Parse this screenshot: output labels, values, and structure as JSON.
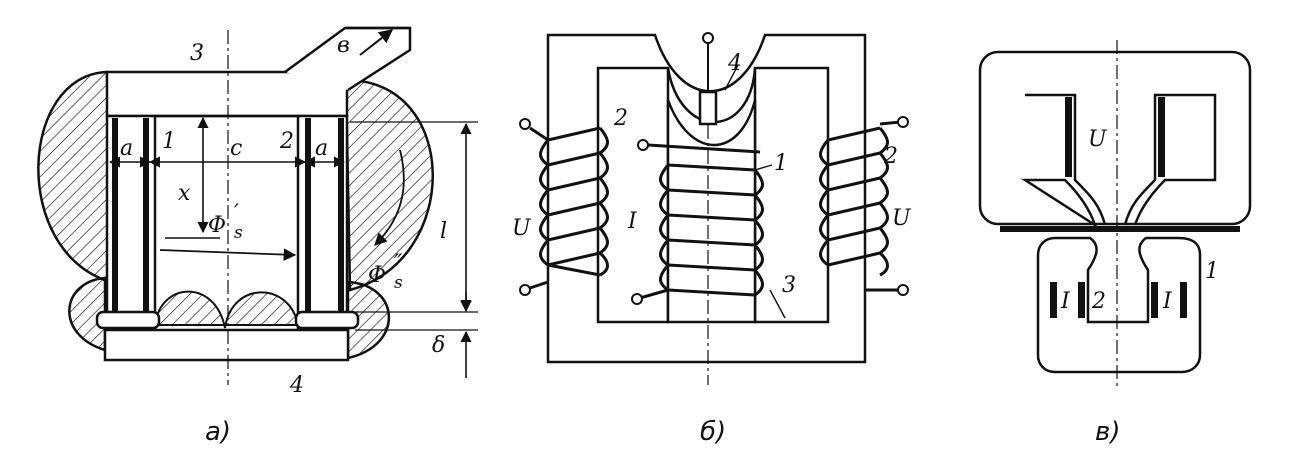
{
  "diagram_a": {
    "labels": {
      "top_core": "3",
      "armature": "4",
      "coil1": "1",
      "coil2": "2",
      "gap_a_left": "a",
      "gap_a_right": "a",
      "width_c": "c",
      "depth_x": "x",
      "length_l": "l",
      "air_gap": "δ",
      "flux_inner": "Φ",
      "flux_inner_sub": "s",
      "flux_inner_prime": "′",
      "flux_outer": "Φ",
      "flux_outer_sub": "s",
      "flux_outer_prime": "″",
      "bar_letter": "в"
    },
    "caption": "а)"
  },
  "diagram_b": {
    "labels": {
      "coil_inner": "1",
      "coil_outer": "2",
      "core": "3",
      "top_part": "4",
      "voltage_left": "U",
      "voltage_right": "U",
      "current": "I"
    },
    "caption": "б)"
  },
  "diagram_v": {
    "labels": {
      "voltage": "U",
      "current_left": "I",
      "current_right": "I",
      "coil_two": "2",
      "coil_one": "1"
    },
    "caption": "в)"
  },
  "colors": {
    "ink": "#111111",
    "paper": "#ffffff"
  }
}
